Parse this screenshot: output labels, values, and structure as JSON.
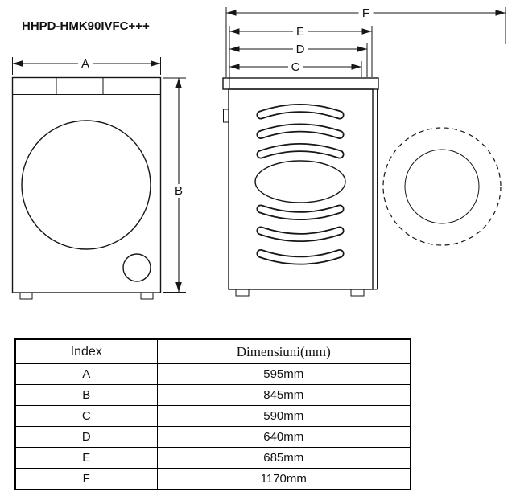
{
  "title": "HHPD-HMK90IVFC+++",
  "diagram": {
    "dims": {
      "a": "A",
      "b": "B",
      "c": "C",
      "d": "D",
      "e": "E",
      "f": "F"
    }
  },
  "table": {
    "headers": [
      "Index",
      "Dimensiuni(mm)"
    ],
    "rows": [
      {
        "index": "A",
        "value": "595mm"
      },
      {
        "index": "B",
        "value": "845mm"
      },
      {
        "index": "C",
        "value": "590mm"
      },
      {
        "index": "D",
        "value": "640mm"
      },
      {
        "index": "E",
        "value": "685mm"
      },
      {
        "index": "F",
        "value": "1170mm"
      }
    ]
  }
}
